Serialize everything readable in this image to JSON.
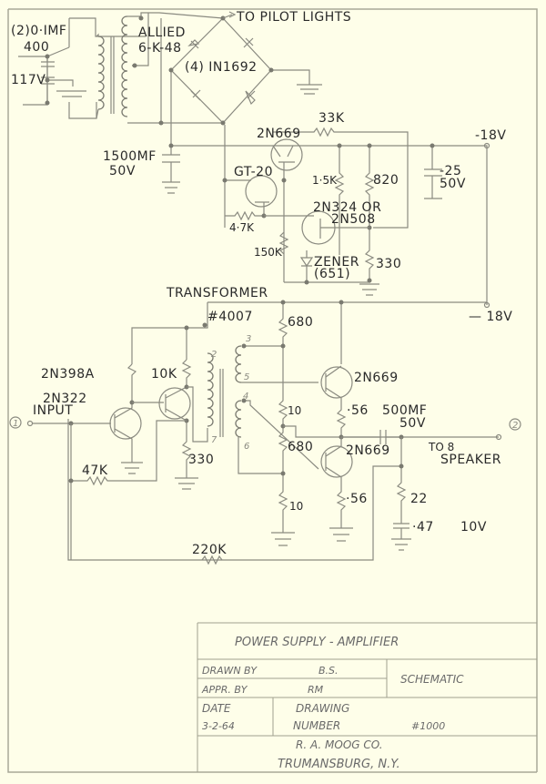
{
  "schematic": {
    "labels": {
      "pilot_lights": "TO PILOT LIGHTS",
      "cap_input": "(2)0·IMF",
      "cap_input_v": "400",
      "mains": "117V",
      "transformer_ps": "ALLIED",
      "transformer_ps_model": "6-K-48",
      "bridge": "(4) IN1692",
      "filter_cap": "1500MF",
      "filter_cap_v": "50V",
      "q_reg_pass": "2N669",
      "r_33k": "33K",
      "rail_top": "-18V",
      "q_driver_reg": "GT-20",
      "r_1k5": "1·5K",
      "r_820": "820",
      "cap_out_reg": "-25",
      "cap_out_reg_v": "50V",
      "q_error": "2N324  OR",
      "q_error_alt": "2N508",
      "r_4k7": "4·7K",
      "r_150k": "150K",
      "zener": "ZENER",
      "zener_type": "(651)",
      "r_330_reg": "330",
      "transformer_amp_title": "TRANSFORMER",
      "transformer_amp_model": "#4007",
      "rail_amp": "— 18V",
      "r_680_top": "680",
      "q_preamp2": "2N398A",
      "r_10k": "10K",
      "q_out_top": "2N669",
      "q_preamp1": "2N322",
      "input": "INPUT",
      "r_10_top": "10",
      "r_056_top": "·56",
      "cap_out": "500MF",
      "cap_out_v": "50V",
      "r_680_bot": "680",
      "q_out_bot": "2N669",
      "speaker": "TO 8",
      "speaker_unit": "SPEAKER",
      "r_47k": "47K",
      "r_330_amp": "330",
      "r_10_bot": "10",
      "r_056_bot": "·56",
      "r_22": "22",
      "cap_047": "·47",
      "cap_047_v": "10V",
      "r_220k": "220K",
      "terminal_in": "1",
      "terminal_out": "2",
      "winding_2": "2",
      "winding_3": "3",
      "winding_4": "4",
      "winding_5": "5",
      "winding_6": "6",
      "winding_7": "7"
    }
  },
  "title_block": {
    "title": "POWER SUPPLY  -  AMPLIFIER",
    "drawn_by_label": "DRAWN  BY",
    "drawn_by": "B.S.",
    "approved_by_label": "APPR.  BY",
    "approved_by": "RM",
    "type": "SCHEMATIC",
    "date_label": "DATE",
    "date": "3-2-64",
    "drawing_label": "DRAWING",
    "number_label": "NUMBER",
    "number": "#1000",
    "company": "R. A. MOOG   CO.",
    "location": "TRUMANSBURG, N.Y."
  }
}
